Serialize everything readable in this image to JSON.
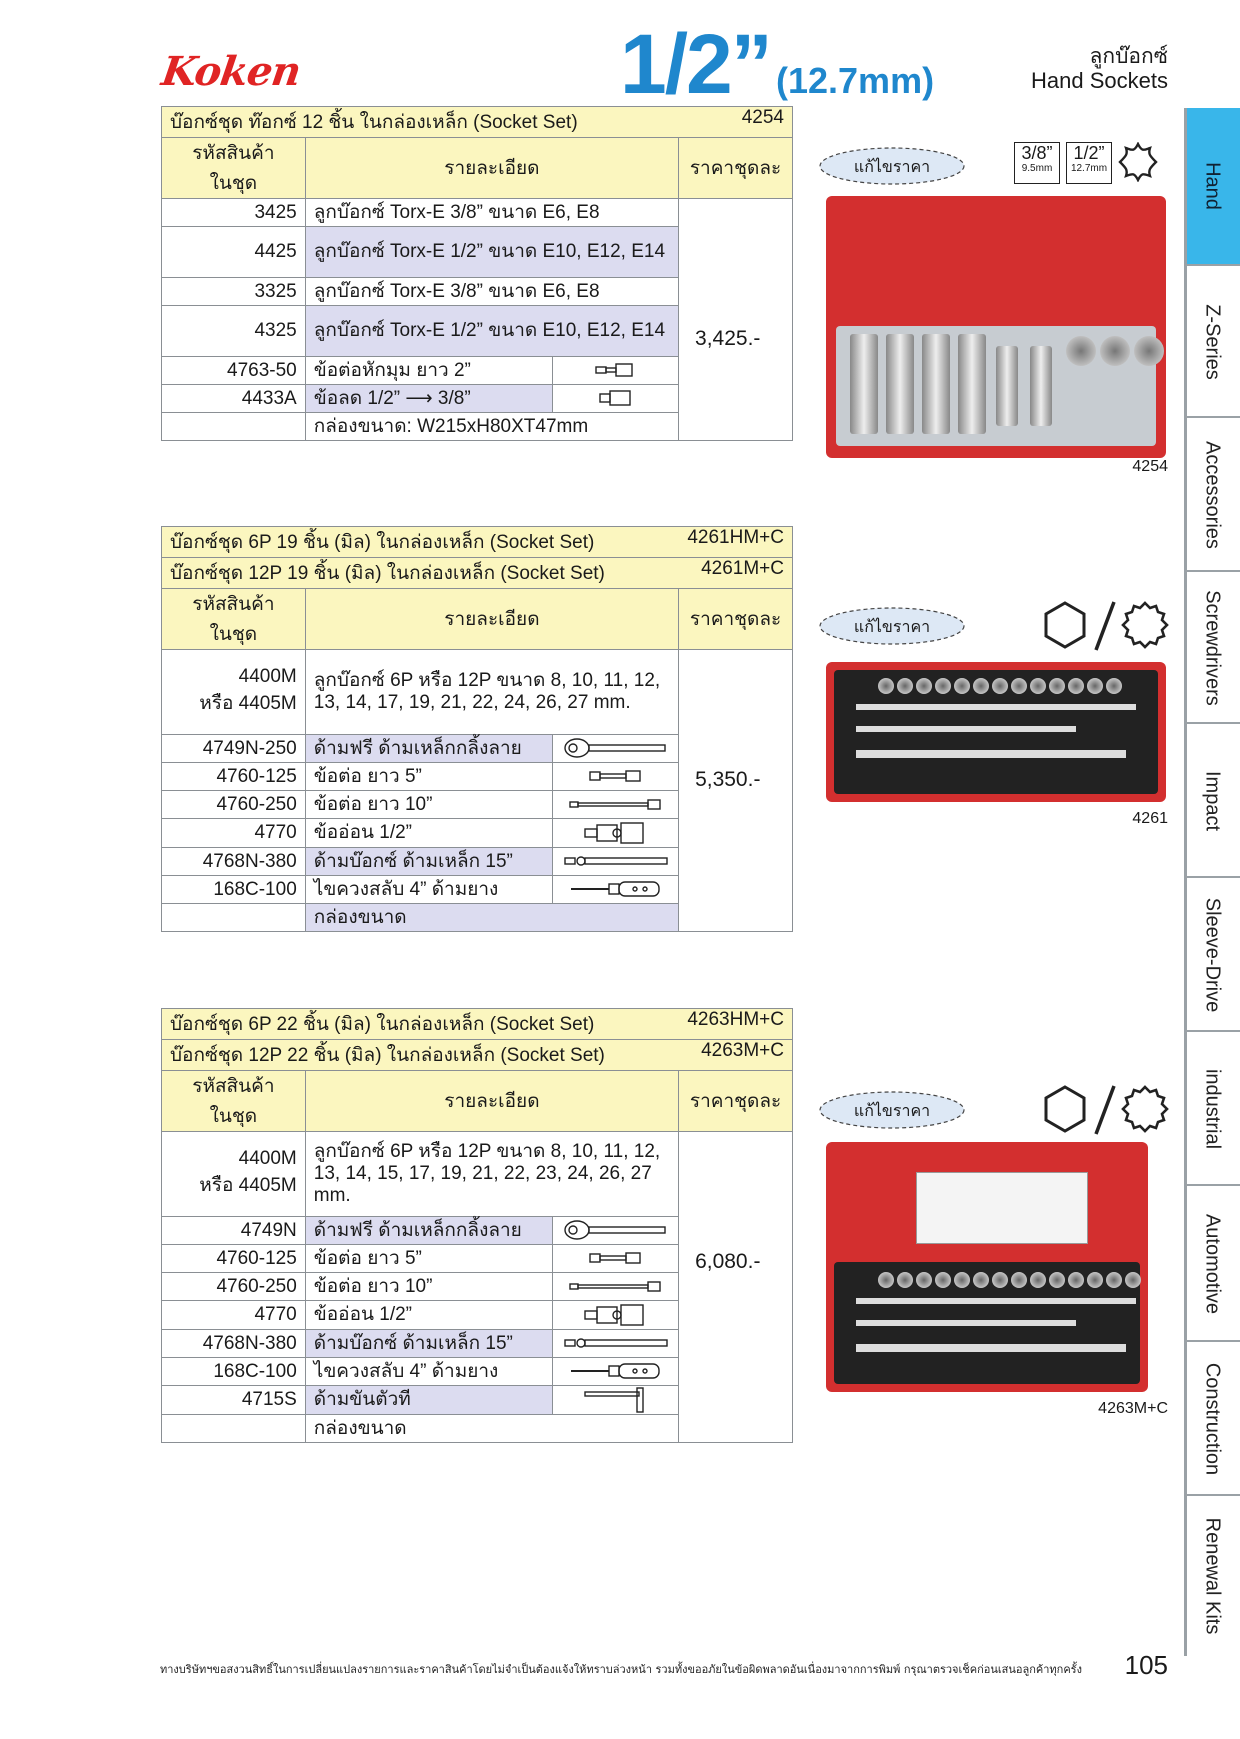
{
  "header": {
    "brand": "Koken",
    "size": "1/2”",
    "size_mm": "(12.7mm)",
    "category_th": "ลูกบ๊อกซ์",
    "category_en": "Hand Sockets"
  },
  "tabs": [
    "Hand",
    "Z-Series",
    "Accessories",
    "Screwdrivers",
    "Impact",
    "Sleeve-Drive",
    "industrial",
    "Automotive",
    "Construction",
    "Renewal Kits"
  ],
  "columns": {
    "code": "รหัสสินค้า\nในชุด",
    "desc": "รายละเอียด",
    "price": "ราคาชุดละ"
  },
  "badge": "แก้ไขราคา",
  "sections": [
    {
      "titles": [
        {
          "text": "บ๊อกซ์ชุด ท๊อกซ์ 12 ชิ้น ในกล่องเหล็ก (Socket Set)",
          "code": "4254"
        }
      ],
      "price": "3,425.-",
      "photo_label": "4254",
      "drive_boxes": [
        "3/8”",
        "9.5mm",
        "1/2”",
        "12.7mm"
      ],
      "rows": [
        {
          "code": "3425",
          "desc": "ลูกบ๊อกซ์ Torx-E 3/8” ขนาด E6, E8",
          "icon": "",
          "shade": false
        },
        {
          "code": "4425",
          "desc": "ลูกบ๊อกซ์ Torx-E 1/2” ขนาด E10, E12, E14",
          "icon": "",
          "shade": true
        },
        {
          "code": "3325",
          "desc": "ลูกบ๊อกซ์ Torx-E 3/8” ขนาด E6, E8",
          "icon": "",
          "shade": false
        },
        {
          "code": "4325",
          "desc": "ลูกบ๊อกซ์ Torx-E 1/2” ขนาด E10, E12, E14",
          "icon": "",
          "shade": true
        },
        {
          "code": "4763-50",
          "desc": "ข้อต่อหักมุม ยาว 2”",
          "icon": "joint",
          "shade": false
        },
        {
          "code": "4433A",
          "desc": "ข้อลด 1/2” ⟶ 3/8”",
          "icon": "adapter",
          "shade": true
        },
        {
          "code": "",
          "desc": "กล่องขนาด: W215xH80XT47mm",
          "icon": "",
          "shade": false
        }
      ]
    },
    {
      "titles": [
        {
          "text": "บ๊อกซ์ชุด 6P 19 ชิ้น (มิล) ในกล่องเหล็ก (Socket Set)",
          "code": "4261HM+C"
        },
        {
          "text": "บ๊อกซ์ชุด 12P 19 ชิ้น (มิล) ในกล่องเหล็ก (Socket Set)",
          "code": "4261M+C"
        }
      ],
      "price": "5,350.-",
      "photo_label": "4261",
      "rows": [
        {
          "code": "4400M\nหรือ 4405M",
          "desc": "ลูกบ๊อกซ์ 6P หรือ 12P ขนาด 8, 10, 11, 12, 13, 14, 17, 19, 21, 22, 24, 26, 27 mm.",
          "icon": "",
          "shade": false
        },
        {
          "code": "4749N-250",
          "desc": "ด้ามฟรี ด้ามเหล็กกลิ้งลาย",
          "icon": "ratchet",
          "shade": true
        },
        {
          "code": "4760-125",
          "desc": "ข้อต่อ ยาว 5”",
          "icon": "ext-short",
          "shade": false
        },
        {
          "code": "4760-250",
          "desc": "ข้อต่อ ยาว 10”",
          "icon": "ext-long",
          "shade": false
        },
        {
          "code": "4770",
          "desc": "ข้ออ่อน 1/2”",
          "icon": "ujoint",
          "shade": false
        },
        {
          "code": "4768N-380",
          "desc": "ด้ามบ๊อกซ์ ด้ามเหล็ก 15”",
          "icon": "spinner",
          "shade": true
        },
        {
          "code": "168C-100",
          "desc": "ไขควงสลับ 4” ด้ามยาง",
          "icon": "screwdriver",
          "shade": false
        },
        {
          "code": "",
          "desc": "กล่องขนาด",
          "icon": "",
          "shade": true
        }
      ]
    },
    {
      "titles": [
        {
          "text": "บ๊อกซ์ชุด 6P 22 ชิ้น (มิล) ในกล่องเหล็ก (Socket Set)",
          "code": "4263HM+C"
        },
        {
          "text": "บ๊อกซ์ชุด 12P 22 ชิ้น (มิล) ในกล่องเหล็ก (Socket Set)",
          "code": "4263M+C"
        }
      ],
      "price": "6,080.-",
      "photo_label": "4263M+C",
      "rows": [
        {
          "code": "4400M\nหรือ 4405M",
          "desc": "ลูกบ๊อกซ์ 6P หรือ 12P ขนาด 8, 10, 11, 12, 13, 14, 15, 17, 19, 21, 22, 23, 24, 26, 27 mm.",
          "icon": "",
          "shade": false
        },
        {
          "code": "4749N",
          "desc": "ด้ามฟรี ด้ามเหล็กกลิ้งลาย",
          "icon": "ratchet",
          "shade": true
        },
        {
          "code": "4760-125",
          "desc": "ข้อต่อ ยาว 5”",
          "icon": "ext-short",
          "shade": false
        },
        {
          "code": "4760-250",
          "desc": "ข้อต่อ ยาว 10”",
          "icon": "ext-long",
          "shade": false
        },
        {
          "code": "4770",
          "desc": "ข้ออ่อน 1/2”",
          "icon": "ujoint",
          "shade": false
        },
        {
          "code": "4768N-380",
          "desc": "ด้ามบ๊อกซ์ ด้ามเหล็ก 15”",
          "icon": "spinner",
          "shade": true
        },
        {
          "code": "168C-100",
          "desc": "ไขควงสลับ 4” ด้ามยาง",
          "icon": "screwdriver",
          "shade": false
        },
        {
          "code": "4715S",
          "desc": "ด้ามขันตัวที",
          "icon": "tbar",
          "shade": true
        },
        {
          "code": "",
          "desc": "กล่องขนาด",
          "icon": "",
          "shade": false
        }
      ]
    }
  ],
  "footer": "ทางบริษัทฯขอสงวนสิทธิ์ในการเปลี่ยนแปลงรายการและราคาสินค้าโดยไม่จำเป็นต้องแจ้งให้ทราบล่วงหน้า รวมทั้งขออภัยในข้อผิดพลาดอันเนื่องมาจากการพิมพ์ กรุณาตรวจเช็คก่อนเสนอลูกค้าทุกครั้ง",
  "page_number": "105",
  "colors": {
    "brand_red": "#e02424",
    "title_blue": "#1f87cd",
    "header_yellow": "#fbf6bf",
    "row_shade": "#dcdcf0",
    "tab_active": "#39b6ea"
  }
}
